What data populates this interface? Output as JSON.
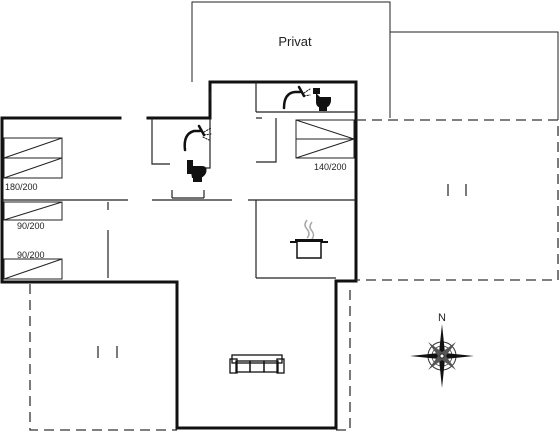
{
  "rooms": {
    "privat": "Privat",
    "bed_double": "180/200",
    "bed_single_1": "90/200",
    "bed_single_2": "90/200",
    "bed_140": "140/200"
  },
  "compass": {
    "north": "N"
  },
  "icons": [
    "shower-icon",
    "toilet-icon",
    "bed-icon",
    "cooking-pot-icon",
    "sofa-icon",
    "compass-rose-icon",
    "door-icon"
  ]
}
